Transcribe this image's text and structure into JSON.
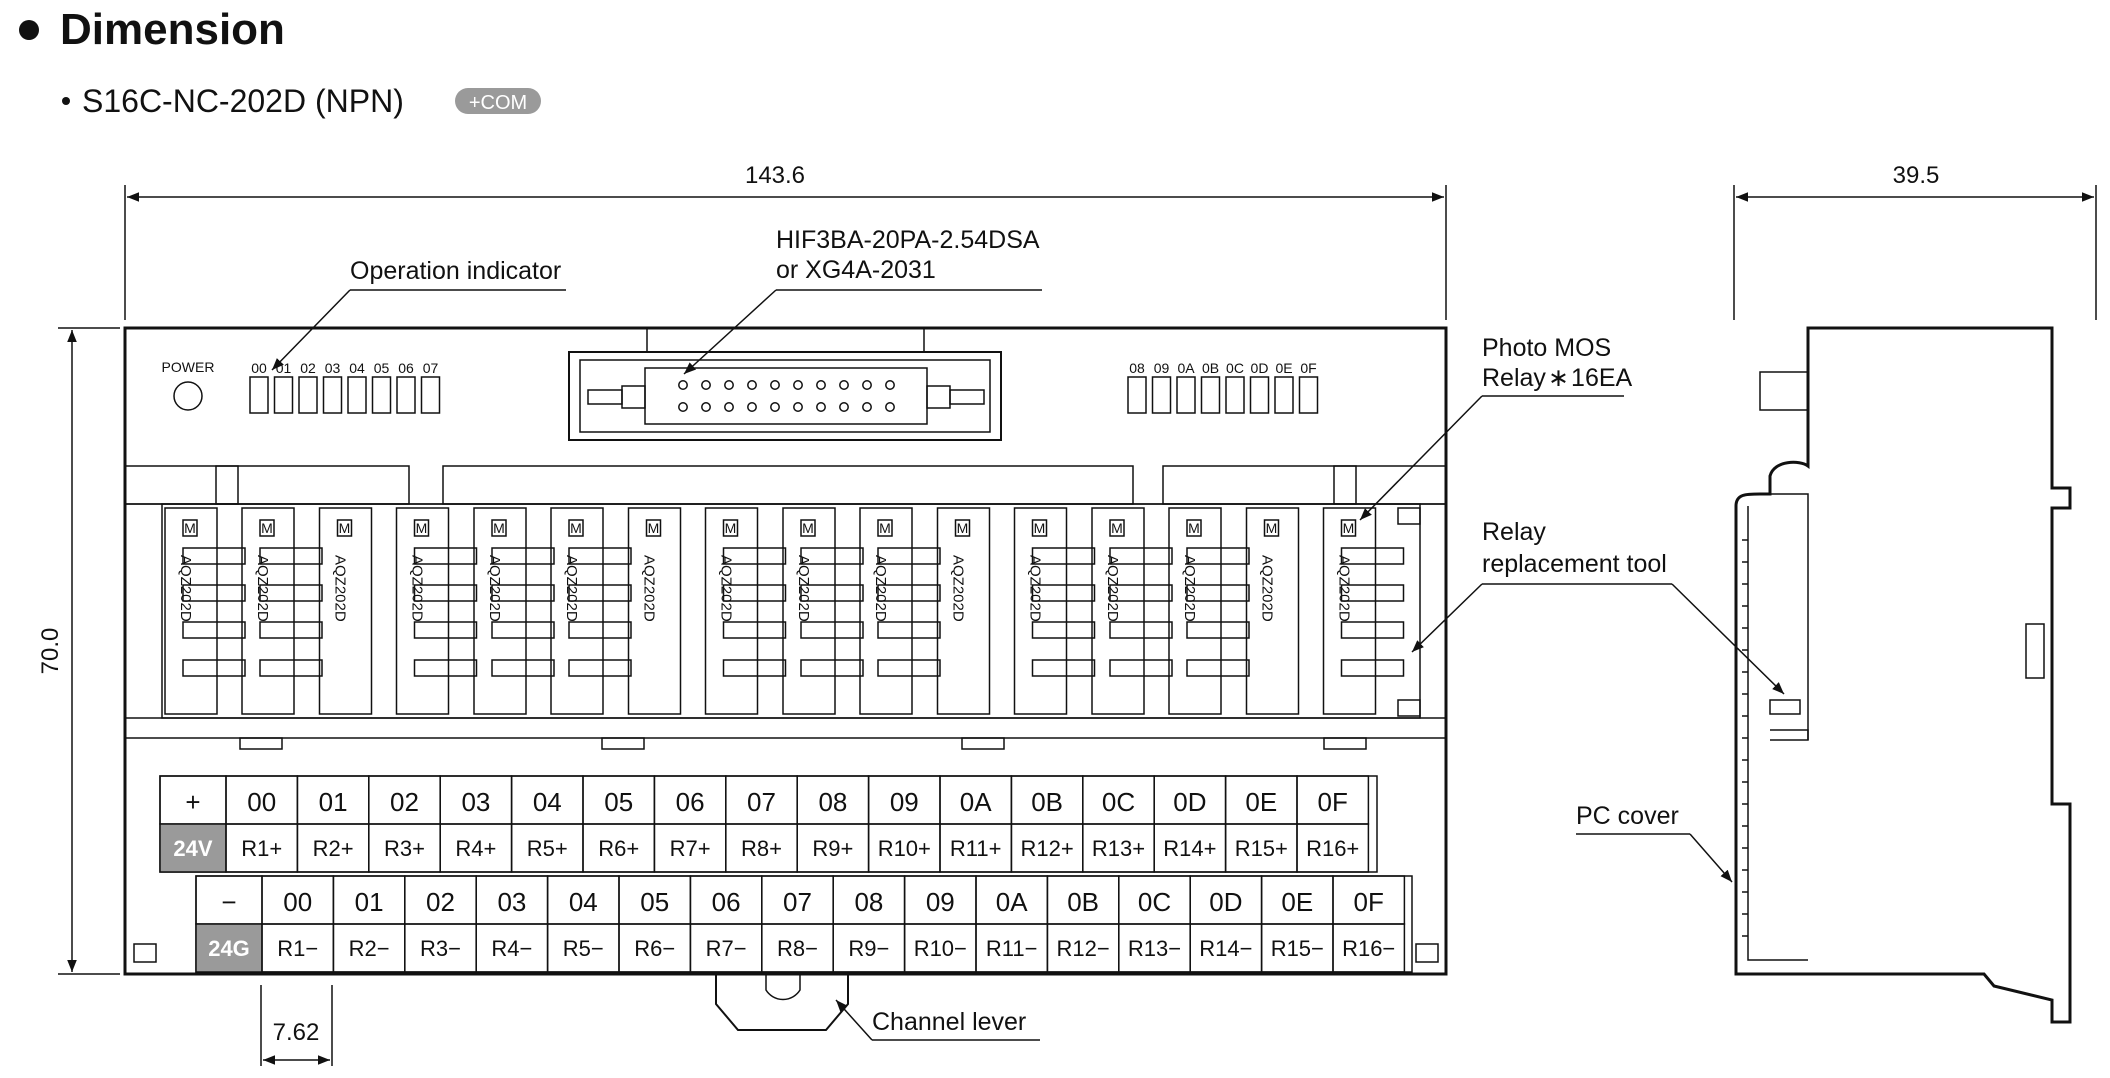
{
  "heading": {
    "title": "Dimension"
  },
  "subheading": {
    "model": "S16C-NC-202D (NPN)",
    "badge": "+COM"
  },
  "dimensions": {
    "width": "143.6",
    "height": "70.0",
    "depth": "39.5",
    "pitch": "7.62"
  },
  "callouts": {
    "operation_indicator": "Operation indicator",
    "connector_line1": "HIF3BA-20PA-2.54DSA",
    "connector_line2": "or XG4A-2031",
    "photo_mos_line1": "Photo MOS",
    "photo_mos_line2": "Relay ∗ 16EA",
    "relay_tool_line1": "Relay",
    "relay_tool_line2": "replacement tool",
    "pc_cover": "PC cover",
    "channel_lever": "Channel lever"
  },
  "panel": {
    "power_label": "POWER",
    "led_labels_left": [
      "00",
      "01",
      "02",
      "03",
      "04",
      "05",
      "06",
      "07"
    ],
    "led_labels_right": [
      "08",
      "09",
      "0A",
      "0B",
      "0C",
      "0D",
      "0E",
      "0F"
    ],
    "relay_part": "AQZ202D",
    "relay_mark": "M"
  },
  "terminals": {
    "top_symbol": "+",
    "top_pad": "24V",
    "bottom_symbol": "−",
    "bottom_pad": "24G",
    "channels": [
      "00",
      "01",
      "02",
      "03",
      "04",
      "05",
      "06",
      "07",
      "08",
      "09",
      "0A",
      "0B",
      "0C",
      "0D",
      "0E",
      "0F"
    ],
    "top_labels": [
      "R1+",
      "R2+",
      "R3+",
      "R4+",
      "R5+",
      "R6+",
      "R7+",
      "R8+",
      "R9+",
      "R10+",
      "R11+",
      "R12+",
      "R13+",
      "R14+",
      "R15+",
      "R16+"
    ],
    "bottom_labels": [
      "R1−",
      "R2−",
      "R3−",
      "R4−",
      "R5−",
      "R6−",
      "R7−",
      "R8−",
      "R9−",
      "R10−",
      "R11−",
      "R12−",
      "R13−",
      "R14−",
      "R15−",
      "R16−"
    ]
  }
}
